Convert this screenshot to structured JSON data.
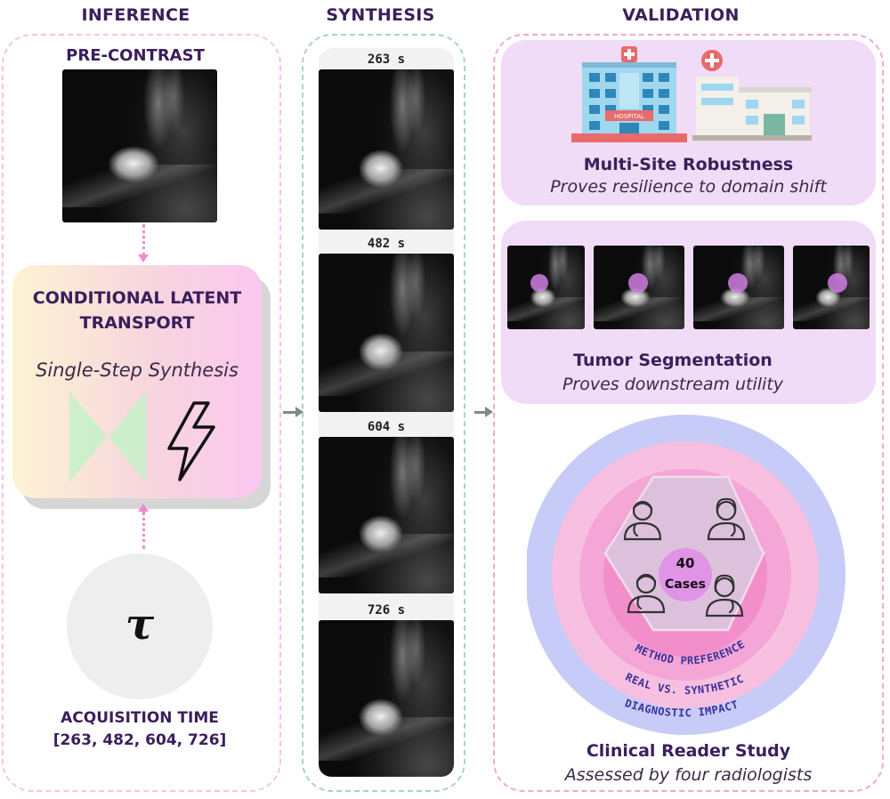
{
  "columns": {
    "inference": "INFERENCE",
    "synthesis": "SYNTHESIS",
    "validation": "VALIDATION"
  },
  "inference": {
    "pre_contrast": "PRE-CONTRAST",
    "model_title_line1": "CONDITIONAL LATENT",
    "model_title_line2": "TRANSPORT",
    "model_subtitle": "Single-Step Synthesis",
    "tau": "τ",
    "acq_label": "ACQUISITION TIME",
    "acq_values": "[263, 482, 604, 726]"
  },
  "synthesis": {
    "times": [
      "263 s",
      "482 s",
      "604 s",
      "726 s"
    ]
  },
  "validation": {
    "multisite": {
      "hospital_sign": "HOSPITAL",
      "title": "Multi-Site Robustness",
      "subtitle": "Proves resilience to domain shift"
    },
    "segmentation": {
      "title": "Tumor Segmentation",
      "subtitle": "Proves downstream utility"
    },
    "reader_study": {
      "count": "40",
      "count_label": "Cases",
      "ring_labels": [
        "METHOD PREFERENCE",
        "REAL VS. SYNTHETIC",
        "DIAGNOSTIC IMPACT"
      ],
      "title": "Clinical Reader Study",
      "subtitle": "Assessed by four radiologists"
    }
  },
  "colors": {
    "inference_border": "#f2c4ee",
    "synthesis_border": "#a9d3c1",
    "validation_border": "#f2a9cf",
    "validation_card": "#f0dcf6",
    "ring_outer": "#c7cbf7",
    "ring_2": "#f7c0e0",
    "ring_3": "#f4a6d6",
    "ring_4": "#f28fca",
    "hexagon": "#ddc1dc",
    "tumor_mask": "#cf7fe3"
  }
}
